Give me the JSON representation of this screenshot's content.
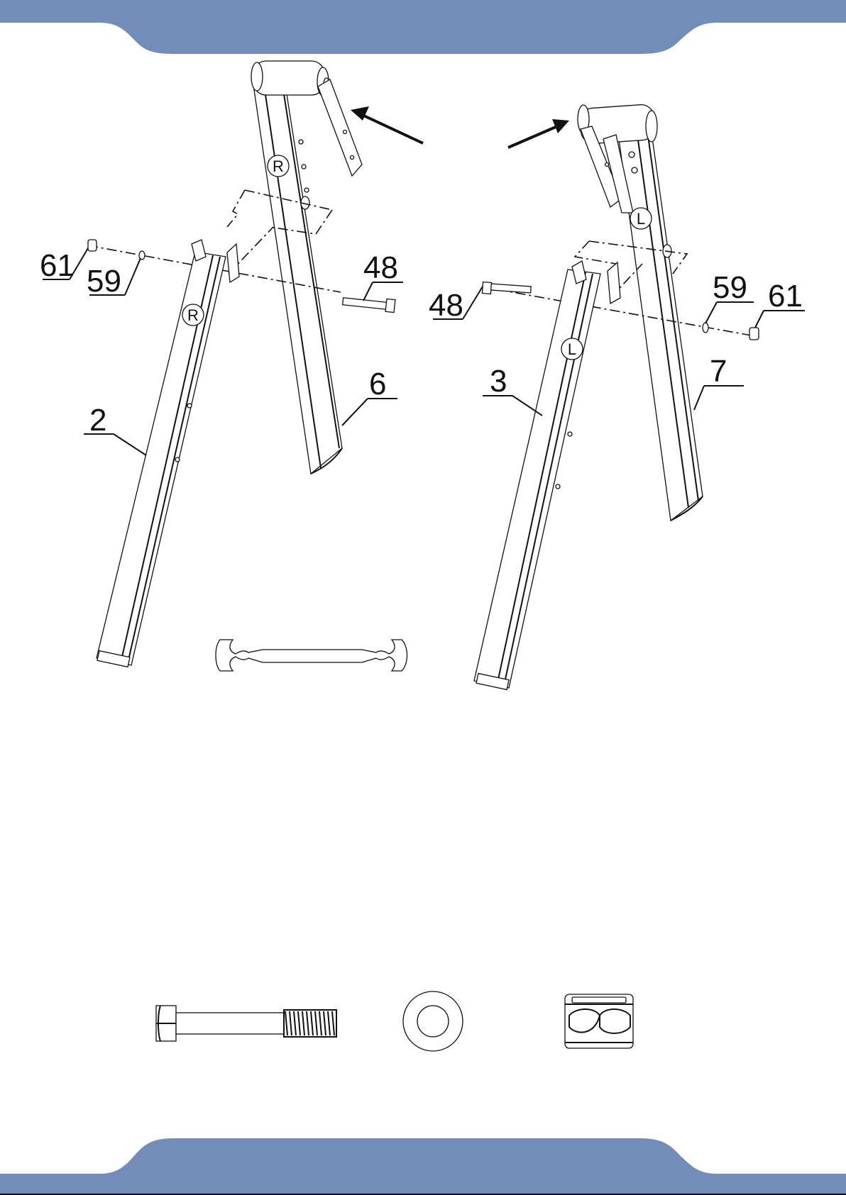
{
  "theme": {
    "band_color": "#738dba",
    "ink_color": "#111111"
  },
  "parts": [
    {
      "id": "p61-left",
      "number": "61"
    },
    {
      "id": "p59-left",
      "number": "59"
    },
    {
      "id": "p48-left",
      "number": "48"
    },
    {
      "id": "p2",
      "number": "2"
    },
    {
      "id": "p6",
      "number": "6"
    },
    {
      "id": "p48-right",
      "number": "48"
    },
    {
      "id": "p59-right",
      "number": "59"
    },
    {
      "id": "p61-right",
      "number": "61"
    },
    {
      "id": "p3",
      "number": "3"
    },
    {
      "id": "p7",
      "number": "7"
    }
  ],
  "side_marks": {
    "right": "R",
    "left": "L"
  },
  "icons": [
    "wrench-icon",
    "arrow-icon",
    "bolt-icon",
    "washer-icon",
    "lock-nut-icon"
  ]
}
